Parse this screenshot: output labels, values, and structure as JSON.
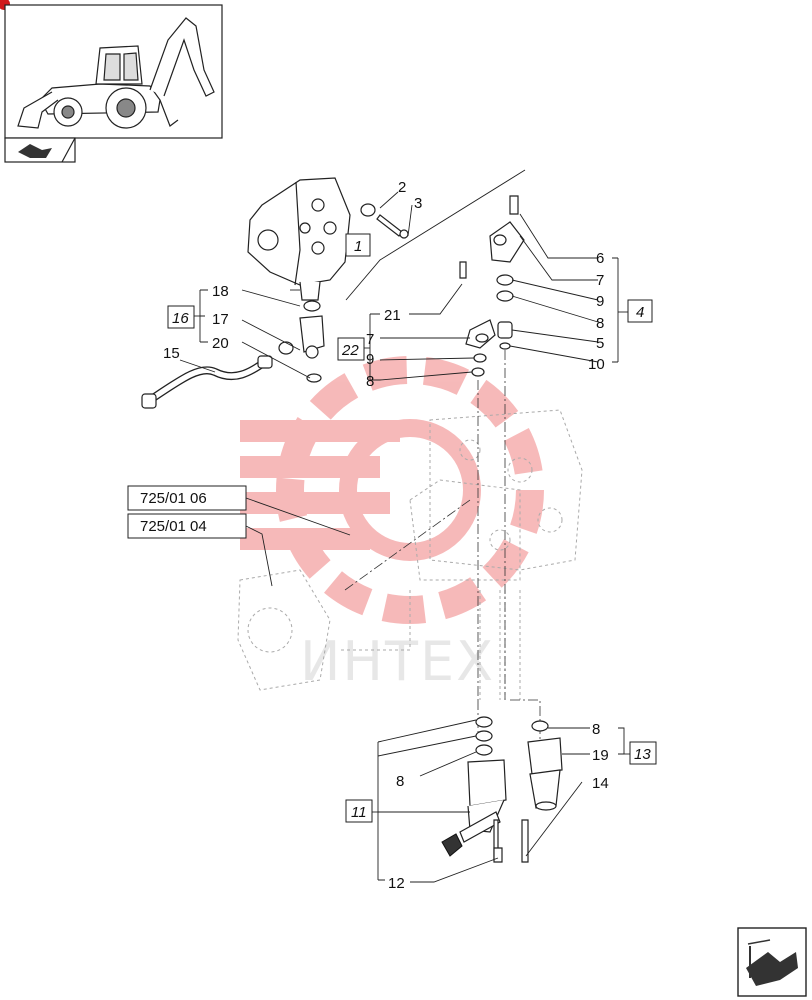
{
  "thumbnail": {
    "machine_icon": "backhoe-loader-icon",
    "nav_icon": "book-arrow-icon"
  },
  "watermark": {
    "text": "ИНТЕХ",
    "color": "#e83a3a"
  },
  "callouts": {
    "c2": "2",
    "c3": "3",
    "c18": "18",
    "c17": "17",
    "c20": "20",
    "c15": "15",
    "c21": "21",
    "c7a": "7",
    "c9a": "9",
    "c8a": "8",
    "c6": "6",
    "c7b": "7",
    "c9b": "9",
    "c8b": "8",
    "c5": "5",
    "c10": "10",
    "c8c": "8",
    "c12": "12",
    "c8d": "8",
    "c19": "19",
    "c14": "14"
  },
  "group_boxes": {
    "b1": "1",
    "b16": "16",
    "b22": "22",
    "b4": "4",
    "b11": "11",
    "b13": "13"
  },
  "references": {
    "ref1": "725/01 06",
    "ref2": "725/01 04"
  },
  "nav_next_icon": "next-page-arrow-icon"
}
